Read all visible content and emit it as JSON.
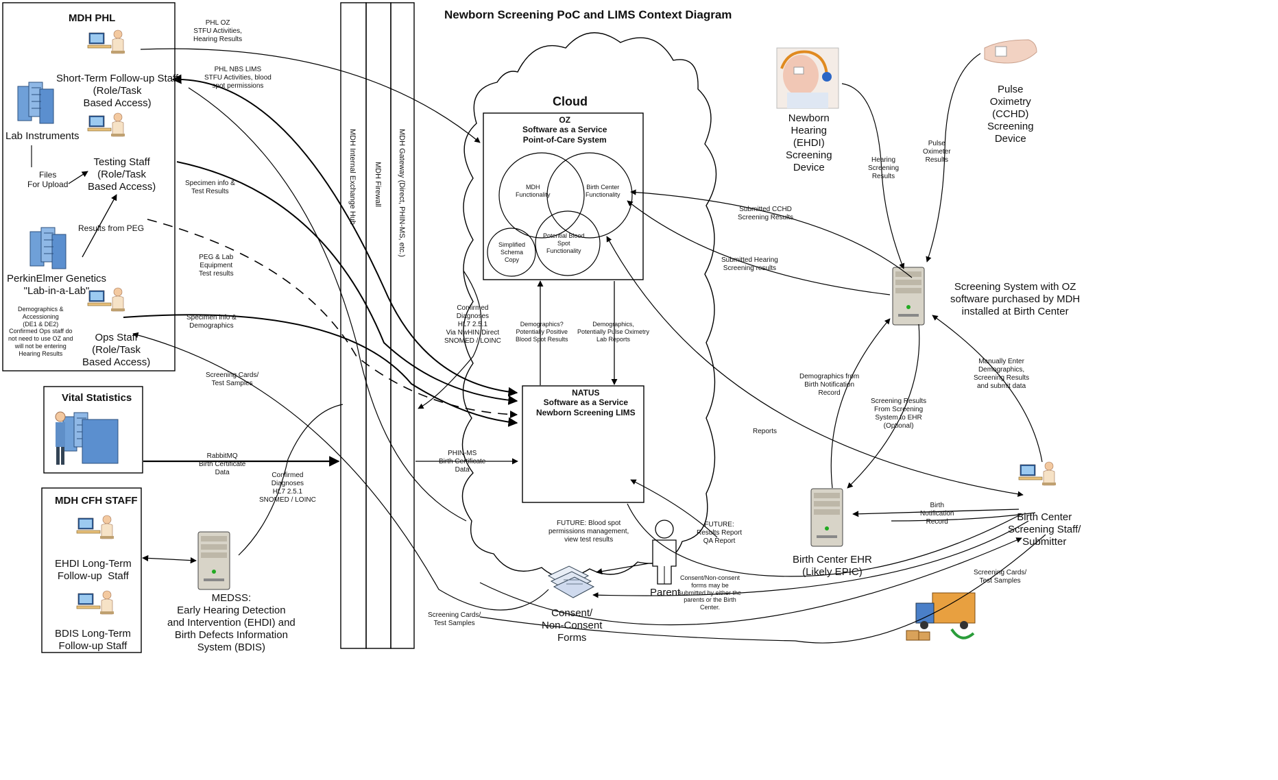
{
  "title": "Newborn Screening PoC and LIMS Context Diagram",
  "phl_box": {
    "title": "MDH PHL",
    "stfu_staff": "Short-Term Follow-up Staff\n(Role/Task\nBased Access)",
    "lab_instruments": "Lab Instruments",
    "files_for_upload": "Files\nFor Upload",
    "testing_staff": "Testing Staff\n(Role/Task\nBased Access)",
    "results_from_peg": "Results from PEG",
    "perkin_elmer": "PerkinElmer Genetics\n\"Lab-in-a-Lab\"",
    "ops_note": "Demographics &\nAccessioning\n(DE1 & DE2)\nConfirmed Ops staff do\nnot need to use OZ and\nwill not be entering\nHearing Results",
    "ops_staff": "Ops Staff\n(Role/Task\nBased Access)"
  },
  "vital_stats": {
    "title": "Vital Statistics"
  },
  "cfh_box": {
    "title": "MDH CFH STAFF",
    "ehdi_staff": "EHDI Long-Term\nFollow-up  Staff",
    "bdis_staff": "BDIS Long-Term\nFollow-up Staff"
  },
  "medss": "MEDSS:\nEarly Hearing Detection\nand Intervention (EHDI) and\nBirth Defects Information\nSystem (BDIS)",
  "columns": {
    "hub": "MDH Internal Exchange Hub",
    "firewall": "MDH Firewall",
    "gateway": "MDH Gateway (Direct, PHIN-MS, etc.)"
  },
  "cloud": {
    "label": "Cloud",
    "oz_title": "OZ\nSoftware as a Service\nPoint-of-Care System",
    "mdh_func": "MDH\nFunctionality",
    "birth_func": "Birth Center\nFunctionality",
    "bloodspot_func": "Potential Blood\nSpot\nFunctionality",
    "schema_copy": "Simplified\nSchema\nCopy",
    "natus_title": "NATUS\nSoftware as a Service\nNewborn Screening LIMS",
    "demo_bloodspot": "Demographics?\nPotentially Positive\nBlood Spot Results",
    "demo_pulse": "Demographics,\nPotentially Pulse Oximetry\nLab Reports"
  },
  "flows": {
    "phl_oz": "PHL OZ\nSTFU Activities,\nHearing Results",
    "phl_lims": "PHL NBS LIMS\nSTFU Activities, blood\nspot permissions",
    "specimen_test": "Specimen info &\nTest Results",
    "peg_lab": "PEG & Lab\nEquipment\nTest results",
    "specimen_demo": "Specimen info &\nDemographics",
    "screening_cards_1": "Screening Cards/\nTest Samples",
    "rabbitmq": "RabbitMQ\nBirth Certificate\nData",
    "confirmed_hl7": "Confirmed\nDiagnoses\nHL7 2.5.1\nSNOMED / LOINC",
    "confirmed_nwhin": "Confirmed\nDiagnoses\nHL7 2.5.1\nVia NwHIN Direct\nSNOMED / LOINC",
    "phin_ms": "PHIN-MS\nBirth Certificate\nData",
    "future_bloodspot": "FUTURE: Blood spot\npermissions management,\nview test results",
    "future_results": "FUTURE:\nResults Report\nQA Report",
    "consent_note": "Consent/Non-consent\nforms may be\nsubmitted by either the\nparents or the Birth\nCenter.",
    "screening_cards_2": "Screening Cards/\nTest Samples",
    "screening_cards_3": "Screening Cards/\nTest Samples",
    "submitted_cchd": "Submitted CCHD\nScreening Results",
    "submitted_hearing": "Submitted Hearing\nScreening results",
    "reports": "Reports",
    "hearing_results": "Hearing\nScreening\nResults",
    "pulse_results": "Pulse\nOximeter\nResults",
    "demo_birth_notification": "Demographics from\nBirth Notification\nRecord",
    "screening_to_ehr": "Screening Results\nFrom Screening\nSystem to EHR\n(Optional)",
    "manually_enter": "Manually Enter\nDemographics,\nScreening Results\nand submit data",
    "birth_notification": "Birth\nNotification\nRecord"
  },
  "right": {
    "newborn_hearing": "Newborn\nHearing\n(EHDI)\nScreening\nDevice",
    "pulse_ox": "Pulse\nOximetry\n(CCHD)\nScreening\nDevice",
    "screening_system": "Screening System with OZ\nsoftware purchased by MDH\ninstalled at Birth Center",
    "birth_ehr": "Birth Center EHR\n(Likely EPIC)",
    "birth_staff": "Birth Center\nScreening Staff/\nSubmitter",
    "parent": "Parent",
    "consent_forms": "Consent/\nNon-Consent\nForms"
  }
}
